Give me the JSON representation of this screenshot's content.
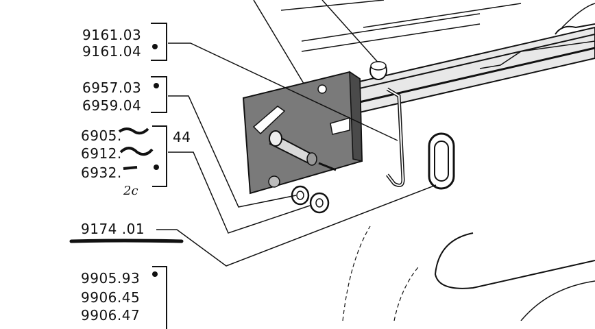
{
  "groups": [
    {
      "parts": [
        "9161.03",
        "9161.04"
      ]
    },
    {
      "parts": [
        "6957.03",
        "6959.04"
      ]
    },
    {
      "parts": [
        "6905.",
        "6912.",
        "6932."
      ],
      "annotation_side": "44",
      "annotation_below": "2c"
    },
    {
      "parts": [
        "9174 .01"
      ]
    },
    {
      "parts": [
        "9905.93",
        "9906.45",
        "9906.47"
      ]
    }
  ],
  "colors": {
    "ink": "#111111",
    "paper": "#ffffff",
    "plate": "#7a7a7a"
  }
}
